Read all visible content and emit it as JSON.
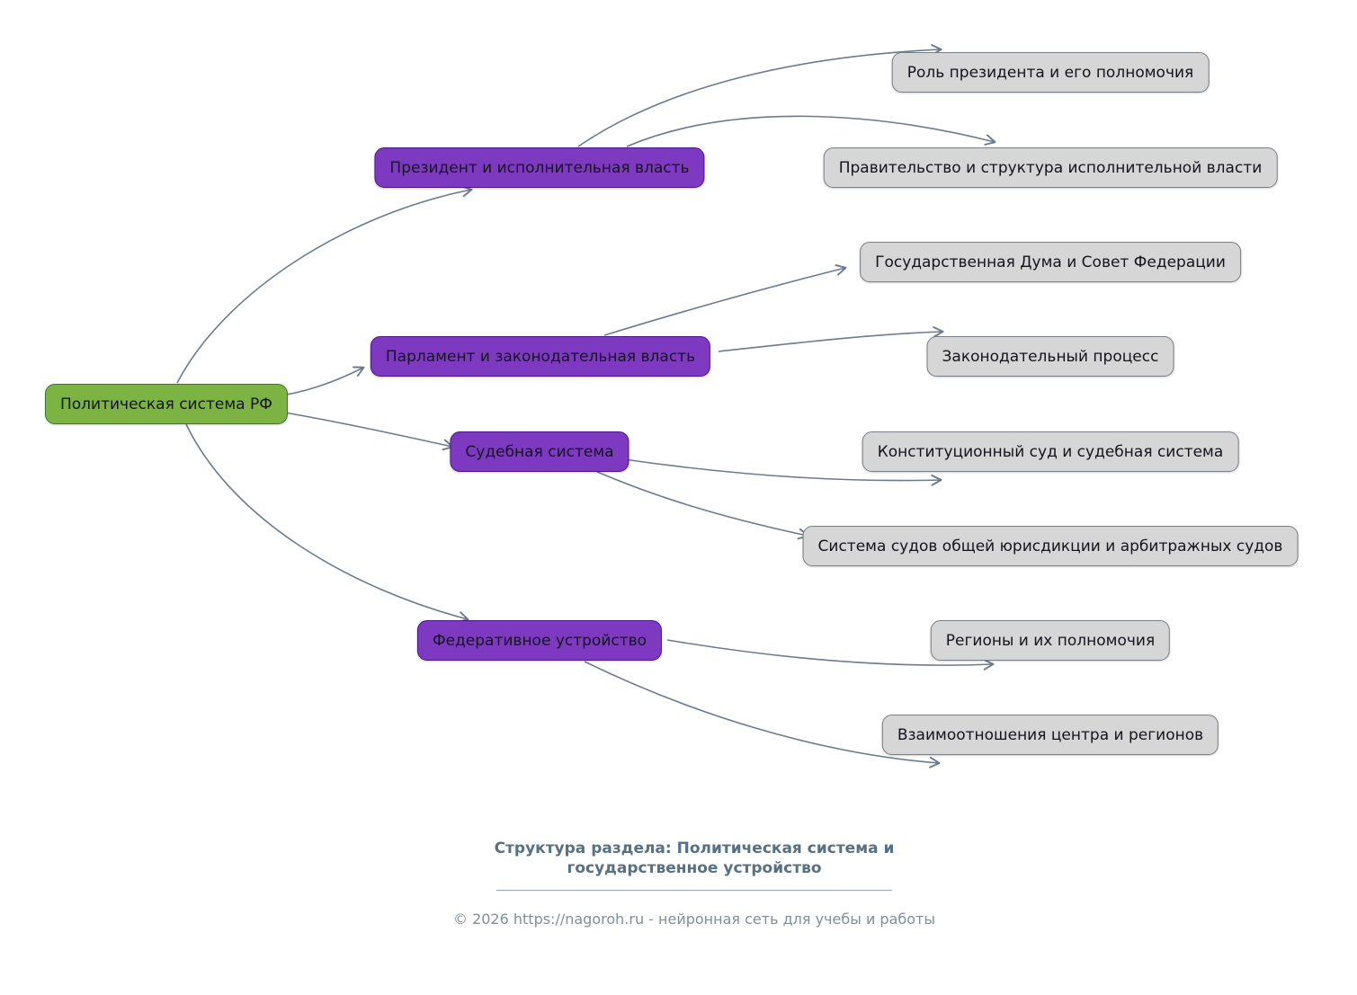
{
  "mindmap": {
    "root": {
      "label": "Политическая система РФ"
    },
    "branches": [
      {
        "label": "Президент и исполнительная власть",
        "children": [
          {
            "label": "Роль президента и его полномочия"
          },
          {
            "label": "Правительство и структура исполнительной власти"
          }
        ]
      },
      {
        "label": "Парламент и законодательная власть",
        "children": [
          {
            "label": "Государственная Дума и Совет Федерации"
          },
          {
            "label": "Законодательный процесс"
          }
        ]
      },
      {
        "label": "Судебная система",
        "children": [
          {
            "label": "Конституционный суд и судебная система"
          },
          {
            "label": "Система судов общей юрисдикции и арбитражных судов"
          }
        ]
      },
      {
        "label": "Федеративное устройство",
        "children": [
          {
            "label": "Регионы и их полномочия"
          },
          {
            "label": "Взаимоотношения центра и регионов"
          }
        ]
      }
    ]
  },
  "footer": {
    "title": "Структура раздела: Политическая система и государственное устройство",
    "copyright": "© 2026 https://nagoroh.ru - нейронная сеть для учебы и работы"
  },
  "colors": {
    "root_fill": "#7cb342",
    "root_border": "#2e7d32",
    "branch_fill": "#7d3ac1",
    "branch_border": "#4a148c",
    "leaf_fill": "#d6d6d6",
    "leaf_border": "#7a7f85",
    "edge": "#6b7b8d",
    "footer_title": "#567086",
    "footer_text": "#7f8f9c"
  }
}
